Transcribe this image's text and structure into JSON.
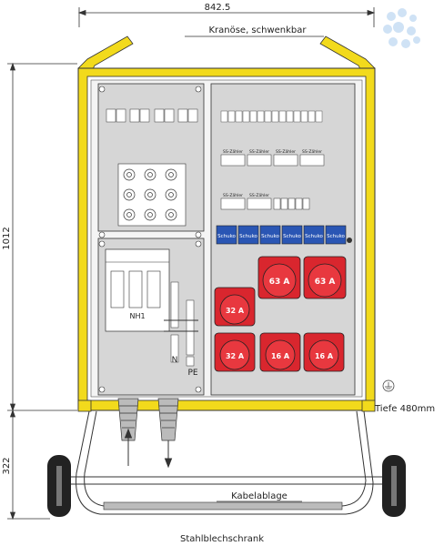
{
  "dimensions": {
    "width": "842.5",
    "height_cabinet": "1012",
    "height_frame": "322",
    "depth": "Tiefe 480mm"
  },
  "labels": {
    "crane_eye": "Kranöse, schwenkbar",
    "cable_storage": "Kabelablage",
    "material": "Stahlblechschrank",
    "main_switch": "NH1",
    "neutral": "N",
    "protective_earth": "PE"
  },
  "meter_labels": [
    "SS-Zähler",
    "SS-Zähler",
    "SS-Zähler",
    "SS-Zähler",
    "SS-Zähler",
    "SS-Zähler"
  ],
  "schuko_label": "Schuko",
  "socket_ratings": {
    "s63a_1": "63 A",
    "s63a_2": "63 A",
    "s32a_1": "32 A",
    "s32a_2": "32 A",
    "s16a_1": "16 A",
    "s16a_2": "16 A"
  },
  "colors": {
    "cabinet_yellow": "#f2da1c",
    "socket_red": "#d9262e",
    "schuko_blue": "#2a56b4",
    "panel_grey": "#d6d6d6",
    "logo_blue": "#cfe2f5"
  }
}
